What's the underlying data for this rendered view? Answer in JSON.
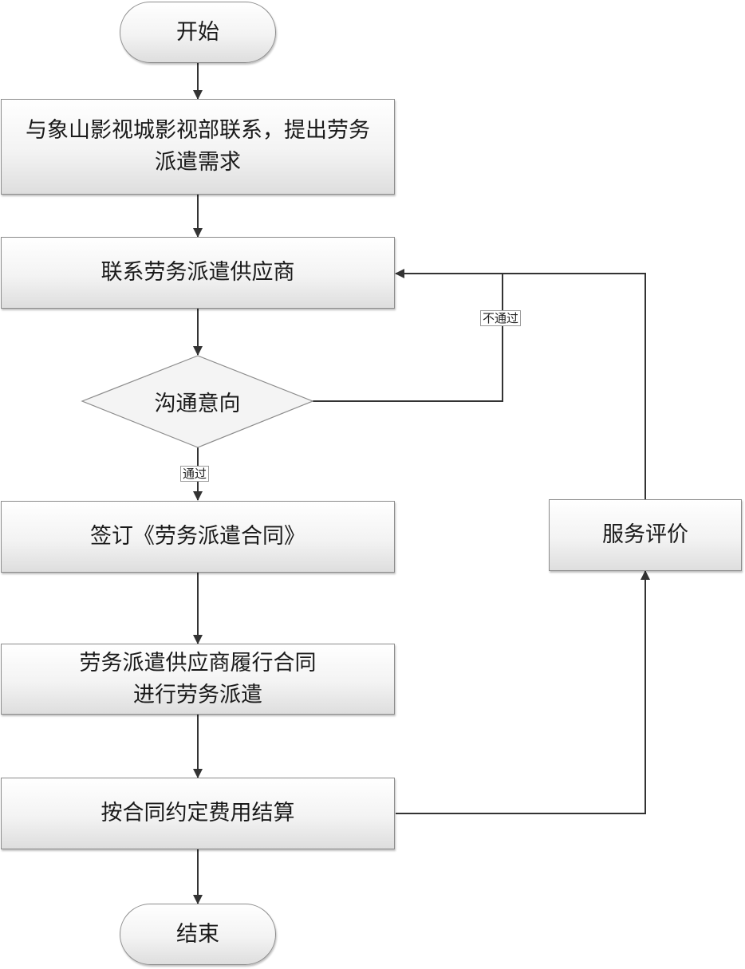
{
  "nodes": {
    "start": "开始",
    "request": {
      "line1": "与象山影视城影视部联系，提出劳务",
      "line2": "派遣需求"
    },
    "contact_supplier": "联系劳务派遣供应商",
    "decision": "沟通意向",
    "sign_contract": "签订《劳务派遣合同》",
    "perform": {
      "line1": "劳务派遣供应商履行合同",
      "line2": "进行劳务派遣"
    },
    "settlement": "按合同约定费用结算",
    "evaluation": "服务评价",
    "end": "结束"
  },
  "edges": {
    "pass_label": "通过",
    "fail_label": "不通过"
  }
}
